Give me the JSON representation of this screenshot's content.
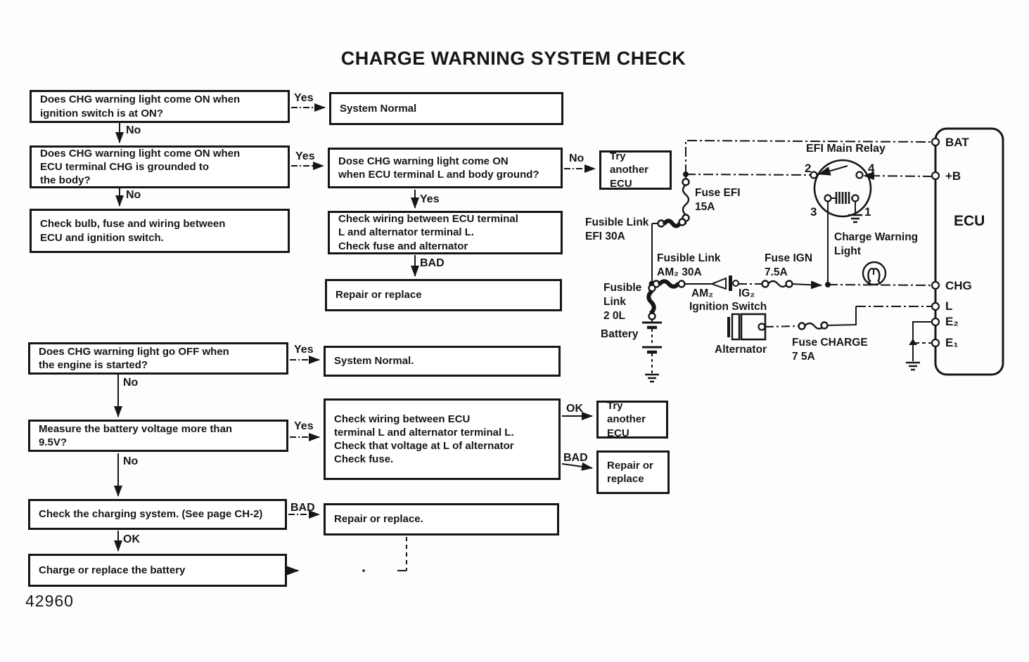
{
  "title": "CHARGE WARNING SYSTEM CHECK",
  "figure_number": "42960",
  "nodes": [
    {
      "text": "Does CHG warning light come ON when\nignition switch is at ON?"
    },
    {
      "text": "System Normal"
    },
    {
      "text": "Does CHG warning light come ON when\nECU terminal CHG is grounded to\nthe body?"
    },
    {
      "text": "Dose CHG warning light come ON\nwhen ECU terminal L and body ground?"
    },
    {
      "text": "Try another\nECU"
    },
    {
      "text": "Check bulb, fuse and wiring between\nECU and ignition switch."
    },
    {
      "text": "Check wiring between ECU terminal\nL and alternator terminal L.\nCheck fuse and alternator"
    },
    {
      "text": "Repair or replace"
    },
    {
      "text": "Does CHG warning light go OFF when\nthe engine is started?"
    },
    {
      "text": "System Normal."
    },
    {
      "text": "Measure the battery voltage more than\n9.5V?"
    },
    {
      "text": "Check wiring between ECU\nterminal L and alternator terminal L.\nCheck that voltage at L of alternator\nCheck fuse."
    },
    {
      "text": "Try another\nECU"
    },
    {
      "text": "Repair or\nreplace"
    },
    {
      "text": "Check the charging system. (See page CH-2)"
    },
    {
      "text": "Repair or replace."
    },
    {
      "text": "Charge or replace the battery"
    }
  ],
  "edge_labels": [
    "Yes",
    "No",
    "Yes",
    "No",
    "No",
    "Yes",
    "BAD",
    "Yes",
    "No",
    "Yes",
    "OK",
    "BAD",
    "No",
    "BAD",
    "OK"
  ],
  "circuit": {
    "efi_main_relay": "EFI Main Relay",
    "relay_pin_2": "2",
    "relay_pin_4": "4",
    "relay_pin_3": "3",
    "relay_pin_1": "1",
    "bat": "BAT",
    "plus_b": "+B",
    "ecu": "ECU",
    "chg": "CHG",
    "l_terminal": "L",
    "e2": "E₂",
    "e1": "E₁",
    "fuse_efi": "Fuse EFI\n15A",
    "fusible_link_efi": "Fusible Link\nEFI 30A",
    "fusible_link_am2": "Fusible Link\nAM₂ 30A",
    "fuse_ign": "Fuse IGN\n7.5A",
    "am2": "AM₂",
    "ig2": "IG₂",
    "ignition_switch": "Ignition Switch",
    "fusible_link_20l": "Fusible\nLink\n2 0L",
    "battery": "Battery",
    "alternator": "Alternator",
    "fuse_charge": "Fuse CHARGE\n7 5A",
    "charge_warning_light": "Charge Warning\nLight"
  }
}
